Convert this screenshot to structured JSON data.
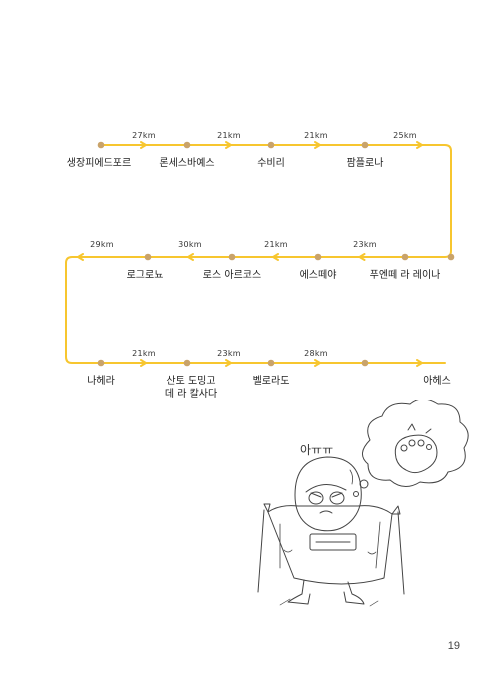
{
  "stops": [
    {
      "label": "생장피에드포르"
    },
    {
      "label": "론세스바예스"
    },
    {
      "label": "수비리"
    },
    {
      "label": "팜플로나"
    },
    {
      "label": "푸엔떼 라 레이나"
    },
    {
      "label": "에스떼야"
    },
    {
      "label": "로스 아르코스"
    },
    {
      "label": "로그로뇨"
    },
    {
      "label": "나헤라"
    },
    {
      "label": "산토 도밍고\n데 라 칼사다"
    },
    {
      "label": "벨로라도"
    },
    {
      "label": "아헤스"
    }
  ],
  "distances": [
    "27km",
    "21km",
    "21km",
    "25km",
    "23km",
    "21km",
    "30km",
    "29km",
    "21km",
    "23km",
    "28km"
  ],
  "cartoon": {
    "exclamation": "아ㅠㅠ"
  },
  "page_number": "19",
  "colors": {
    "route_line": "#F7C62F",
    "dot": "#C9A36A",
    "pencil": "#444444"
  }
}
